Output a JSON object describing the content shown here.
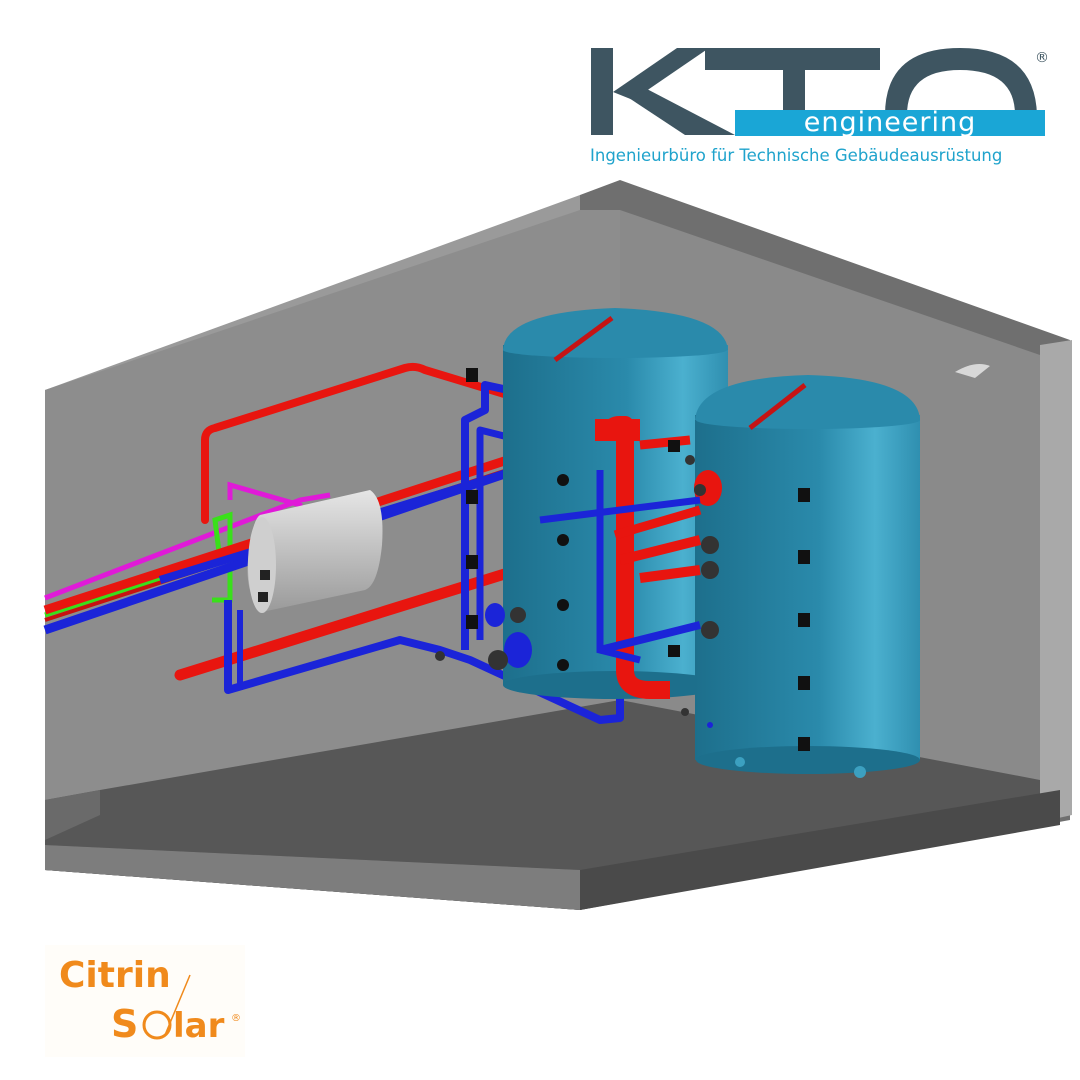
{
  "brand": {
    "kto": {
      "wordmark": "KTO",
      "tagline": "engineering",
      "registered_mark": "®",
      "subtitle": "Ingenieurbüro für Technische Gebäudeausrüstung",
      "colors": {
        "dark": "#3e5561",
        "accent": "#1aa6d6"
      }
    },
    "citrin": {
      "line1": "Citrin",
      "line2_s": "S",
      "line2_rest": "lar",
      "registered_mark": "®",
      "colors": {
        "orange": "#f08a1c"
      }
    }
  },
  "scene": {
    "description_colors": {
      "room_wall": "#8c8c8c",
      "room_floor": "#5a5a5a",
      "tank": "#2a8aab",
      "hot_pipe": "#e8150f",
      "cold_pipe": "#1b24d8",
      "magenta_pipe": "#e01ad8",
      "green_pipe": "#39e01a",
      "heat_exchanger": "#bdbdbd"
    }
  }
}
